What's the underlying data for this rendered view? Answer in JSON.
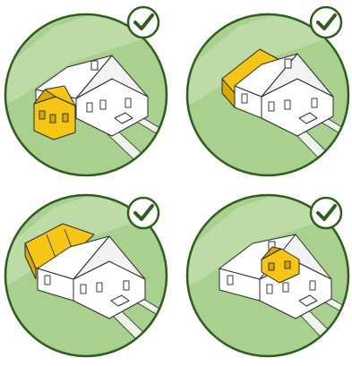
{
  "colors": {
    "lawn": "#a9d08e",
    "lawn_band": "#bcdba6",
    "path": "#eef5e8",
    "ring": "#2f5d1f",
    "house": "#ffffff",
    "roof_shade": "#f3f3f3",
    "line": "#2b2b2b",
    "highlight": "#f5c518",
    "highlight_dark": "#d9a800",
    "check_fill": "#ffffff",
    "check_mark": "#2f5d1f"
  },
  "panels": [
    {
      "name": "side-addition",
      "highlighted_part": "side-wing",
      "checked": true
    },
    {
      "name": "rear-addition",
      "highlighted_part": "rear-wing",
      "checked": true
    },
    {
      "name": "rear-second-storey",
      "highlighted_part": "rear-dormer-wing",
      "checked": true
    },
    {
      "name": "roof-dormer",
      "highlighted_part": "roof-dormer",
      "checked": true
    }
  ]
}
